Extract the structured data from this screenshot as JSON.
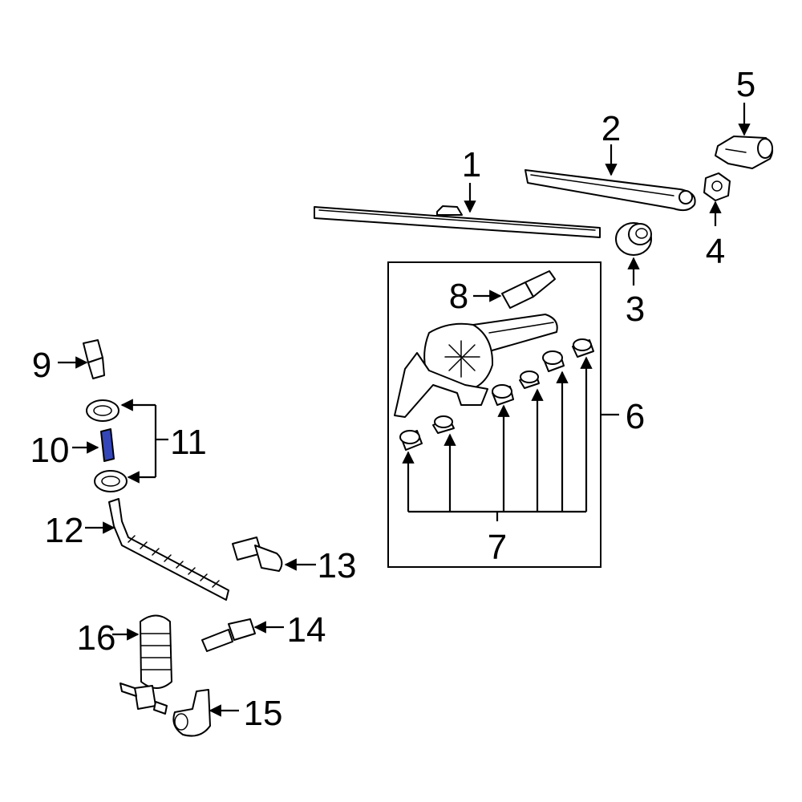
{
  "diagram": {
    "callouts": [
      "1",
      "2",
      "3",
      "4",
      "5",
      "6",
      "7",
      "8",
      "9",
      "10",
      "11",
      "12",
      "13",
      "14",
      "15",
      "16"
    ],
    "highlight_color": "#3547b8",
    "highlighted_part": "10"
  }
}
